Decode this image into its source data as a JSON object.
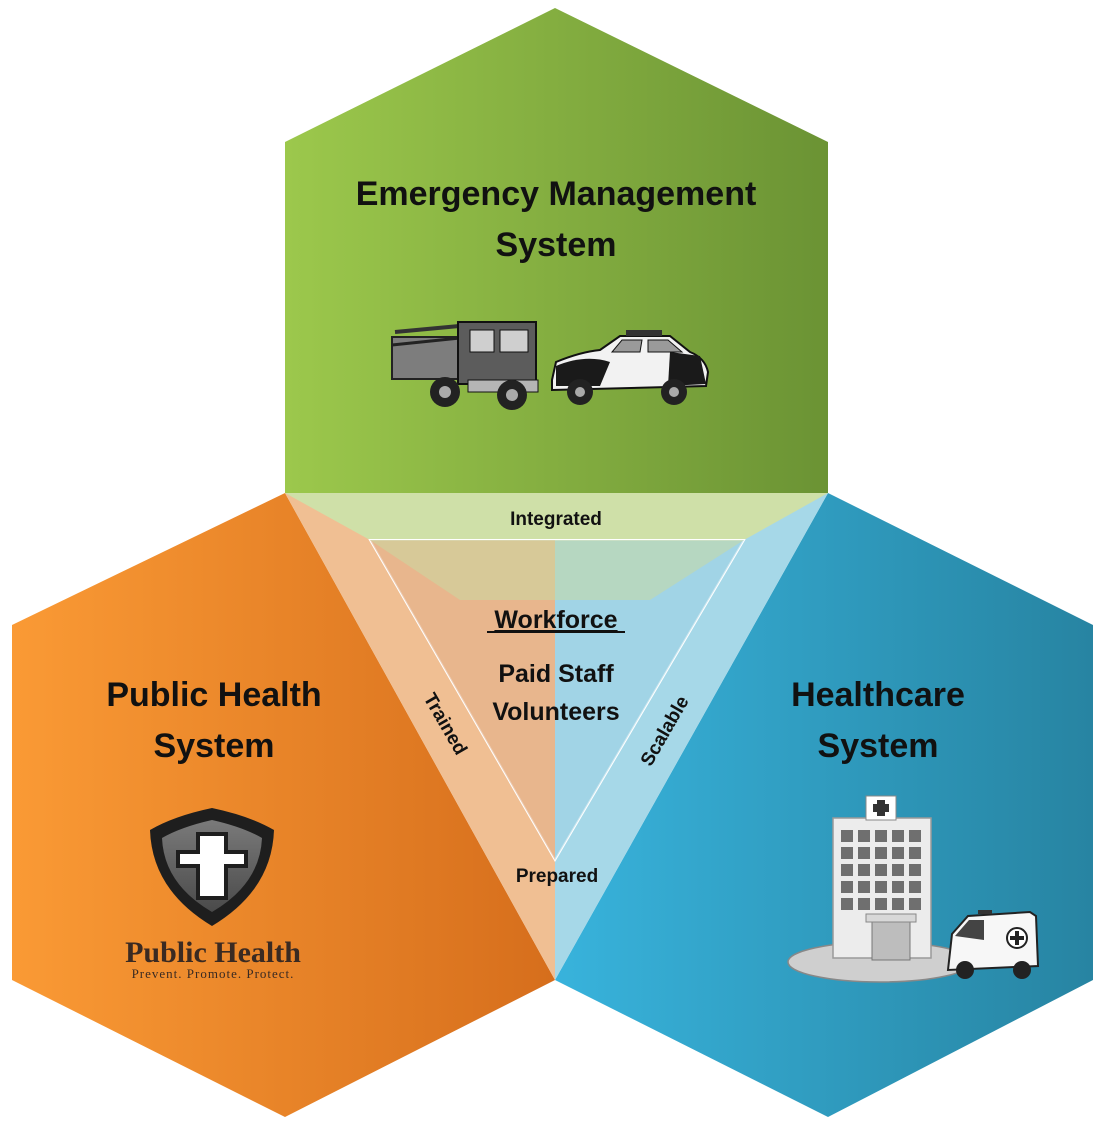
{
  "systems": {
    "emergency": {
      "title_line1": "Emergency Management",
      "title_line2": "System"
    },
    "public_health": {
      "title_line1": "Public Health",
      "title_line2": "System"
    },
    "healthcare": {
      "title_line1": "Healthcare",
      "title_line2": "System"
    }
  },
  "workforce": {
    "heading": "Workforce",
    "line1": "Paid Staff",
    "line2": "Volunteers"
  },
  "edges": {
    "top": "Integrated",
    "left": "Trained",
    "right": "Scalable",
    "bottom": "Prepared"
  },
  "logos": {
    "public_health_logo": {
      "text": "Public Health",
      "tagline": "Prevent. Promote. Protect."
    }
  },
  "icons": {
    "emergency": [
      "fire-truck-icon",
      "police-car-icon"
    ],
    "public_health": "public-health-shield-icon",
    "healthcare": [
      "hospital-building-icon",
      "ambulance-icon"
    ]
  },
  "colors": {
    "green_light": "#9ac64b",
    "green_dark": "#6a9234",
    "orange_light": "#f89a36",
    "orange_dark": "#d8701c",
    "blue_light": "#35b0d8",
    "blue_dark": "#2a8aa8"
  }
}
